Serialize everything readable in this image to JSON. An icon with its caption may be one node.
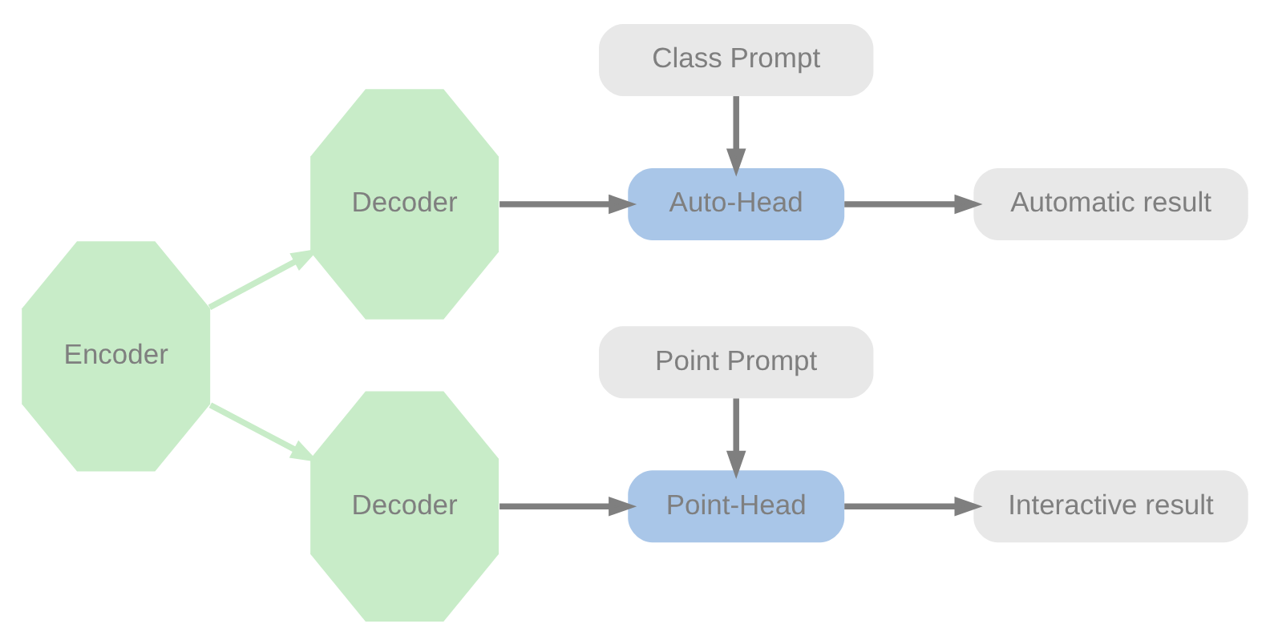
{
  "diagram": {
    "nodes": [
      {
        "text": [
          "Encoder"
        ]
      },
      {
        "text": [
          "Decoder"
        ]
      },
      {
        "text": [
          "Decoder"
        ]
      },
      {
        "text": [
          "Auto-Head"
        ]
      },
      {
        "text": [
          "Class Prompt"
        ]
      },
      {
        "text": [
          "Automatic result"
        ]
      },
      {
        "text": [
          "Point Prompt"
        ]
      },
      {
        "text": [
          "Point-Head"
        ]
      },
      {
        "text": [
          "Interactive result"
        ]
      }
    ],
    "edges": [
      {
        "from": 0,
        "to": 1,
        "arrow": "to",
        "color": "#c8ecc8"
      },
      {
        "from": 0,
        "to": 2,
        "arrow": "to",
        "color": "#c8ecc8"
      },
      {
        "from": 1,
        "to": 3,
        "arrow": "to"
      },
      {
        "from": 4,
        "to": 3,
        "arrow": "to"
      },
      {
        "from": 3,
        "to": 5,
        "arrow": "to"
      },
      {
        "from": 6,
        "to": 7,
        "arrow": "to"
      },
      {
        "from": 2,
        "to": 7,
        "arrow": "to"
      },
      {
        "from": 7,
        "to": 8,
        "arrow": "to"
      }
    ]
  }
}
